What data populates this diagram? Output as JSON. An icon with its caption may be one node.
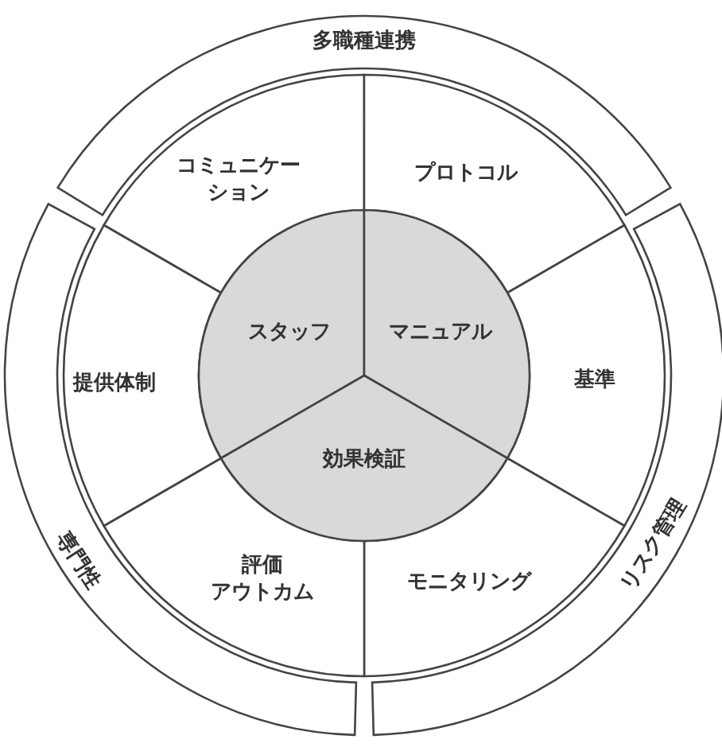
{
  "diagram": {
    "nodes": [
      {
        "text": [
          "多職種連携"
        ]
      },
      {
        "text": [
          "リスク管理"
        ]
      },
      {
        "text": [
          "専門性"
        ]
      },
      {
        "text": [
          "コミュニケーション"
        ]
      },
      {
        "text": [
          "プロトコル"
        ]
      },
      {
        "text": [
          "基準"
        ]
      },
      {
        "text": [
          "モニタリング"
        ]
      },
      {
        "text": [
          "評価アウトカム"
        ]
      },
      {
        "text": [
          "提供体制"
        ]
      },
      {
        "text": [
          "スタッフ"
        ]
      },
      {
        "text": [
          "マニュアル"
        ]
      },
      {
        "text": [
          "効果検証"
        ]
      }
    ]
  }
}
